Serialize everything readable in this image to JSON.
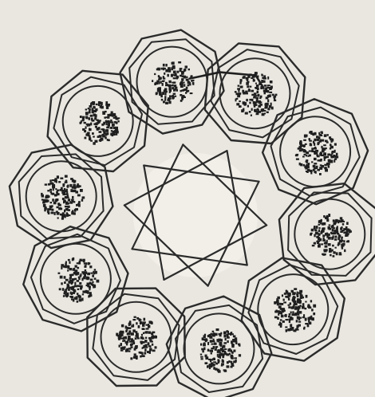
{
  "diagram": {
    "structure": "ring",
    "element_count": 10,
    "highlighted_index": 0,
    "colors": {
      "background": "#e9e7e0",
      "ink": "#2b2b2b",
      "center": "#f1efe8"
    }
  }
}
